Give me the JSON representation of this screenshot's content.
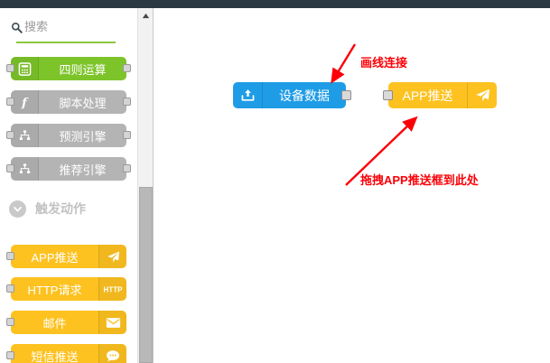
{
  "window": {
    "topbar_color": "#2b3a42",
    "canvas_bg": "#ffffff"
  },
  "sidebar": {
    "search": {
      "placeholder": "搜索",
      "value": "",
      "icon": "search-icon",
      "underline_color": "#8cc63e"
    },
    "palette_items": [
      {
        "label": "四则运算",
        "icon": "calculator-icon",
        "color": "#7dc42a",
        "active": true
      },
      {
        "label": "脚本处理",
        "icon": "function-icon",
        "color": "#b4b4b4",
        "active": false
      },
      {
        "label": "预测引擎",
        "icon": "sitemap-icon",
        "color": "#b4b4b4",
        "active": false
      },
      {
        "label": "推荐引擎",
        "icon": "sitemap-icon",
        "color": "#b4b4b4",
        "active": false
      }
    ],
    "section": {
      "title": "触发动作",
      "icon": "chevron-down-circle-icon",
      "expanded": true
    },
    "trigger_items": [
      {
        "label": "APP推送",
        "icon": "paper-plane-icon",
        "color": "#fdc220"
      },
      {
        "label": "HTTP请求",
        "icon": "http-badge-icon",
        "color": "#fdc220"
      },
      {
        "label": "邮件",
        "icon": "envelope-icon",
        "color": "#fdc220"
      },
      {
        "label": "短信推送",
        "icon": "chat-bubble-icon",
        "color": "#fdc220"
      }
    ],
    "scrollbar": {
      "up_arrow_icon": "caret-up-icon",
      "track_color": "#f2f2f2",
      "thumb_color": "#b8b8b8"
    }
  },
  "canvas": {
    "nodes": [
      {
        "label": "设备数据",
        "icon": "upload-icon",
        "color": "#1f9ce6",
        "icon_side": "left",
        "has_output_port": true,
        "has_input_port": false
      },
      {
        "label": "APP推送",
        "icon": "paper-plane-icon",
        "color": "#fdc220",
        "icon_side": "right",
        "has_output_port": false,
        "has_input_port": true
      }
    ],
    "connection": {
      "from": "设备数据",
      "to": "APP推送",
      "wire_color": "#a8a8a8"
    },
    "annotations": [
      {
        "text": "画线连接",
        "color": "#fb0007",
        "arrow": "arrow-down-left"
      },
      {
        "text": "拖拽APP推送框到此处",
        "color": "#fb0007",
        "arrow": "arrow-up-right"
      }
    ]
  }
}
